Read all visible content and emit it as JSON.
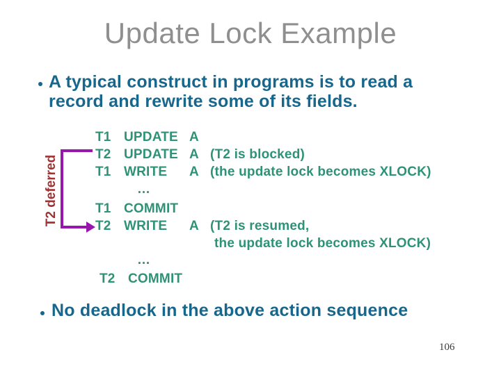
{
  "slide": {
    "title": "Update Lock Example",
    "page_number": "106"
  },
  "bullets": [
    {
      "line1": "A typical construct in programs is to read a",
      "line2": "record and rewrite some of its fields."
    },
    {
      "line1": "No deadlock in the above action sequence"
    }
  ],
  "code": {
    "rows": [
      {
        "t": "T1",
        "op": "UPDATE",
        "arg": "A",
        "note": ""
      },
      {
        "t": "T2",
        "op": "UPDATE",
        "arg": "A",
        "note": "(T2 is blocked)"
      },
      {
        "t": "T1",
        "op": "WRITE",
        "arg": "A",
        "note": "(the update lock becomes XLOCK)"
      },
      {
        "dots": "…"
      },
      {
        "t": "T1",
        "op": "COMMIT",
        "arg": "",
        "note": ""
      },
      {
        "t": "T2",
        "op": "WRITE",
        "arg": "A",
        "note": "(T2 is resumed,"
      },
      {
        "cont": "the update lock becomes XLOCK)"
      },
      {
        "dots": "…"
      },
      {
        "t": "T2",
        "op": "COMMIT",
        "arg": "",
        "note": ""
      }
    ]
  },
  "annotation": {
    "label": "T2 deferred",
    "shape": "bracket-with-arrow"
  },
  "colors": {
    "title_gray": "#8f8f8f",
    "bullet_blue": "#17678d",
    "code_teal": "#2e9277",
    "label_red": "#a13333",
    "bracket_purple": "#9816ae",
    "page_number": "#3a3a3a",
    "background": "#ffffff"
  }
}
